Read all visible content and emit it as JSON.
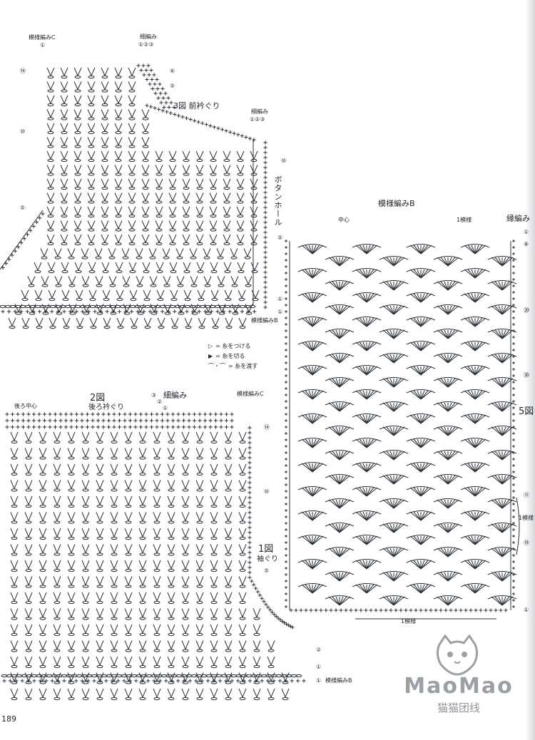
{
  "page_number": "189",
  "diagram3": {
    "title": "3図 前衿ぐり",
    "pattern_c": "模様編みC",
    "hosoami": "細編み",
    "hosoami2": "細編み",
    "seq_top": "①②③",
    "seq_right": "①②③",
    "buttonhole": "ボタンホール",
    "pattern_b": "模様編みB",
    "rows_left": [
      "⑭",
      "⑩",
      "⑤"
    ],
    "rows_right_top": [
      "⑥",
      "⑤"
    ],
    "rows_right": [
      "⑩",
      "⑤",
      "①",
      "①"
    ],
    "top_mark": "①"
  },
  "legend": [
    {
      "symbol": "▷",
      "text": "= 糸をつける"
    },
    {
      "symbol": "▶",
      "text": "= 糸を切る"
    },
    {
      "symbol": "⌒・⌒",
      "text": "= 糸を渡す"
    }
  ],
  "diagram2": {
    "title": "2図",
    "subtitle": "後ろ衿ぐり",
    "hosoami": "細編み",
    "back_center": "後ろ中心",
    "pattern_c": "模様編みC",
    "seq": [
      "③",
      "②",
      "①"
    ],
    "rows_right": [
      "⑭",
      "⑩",
      "⑤"
    ],
    "rows_bottom": [
      "②",
      "①",
      "①"
    ],
    "pattern_b": "模様編みB"
  },
  "diagram1": {
    "title": "1図",
    "subtitle": "袖ぐり"
  },
  "diagram5": {
    "title": "模様編みB",
    "center": "中心",
    "one_repeat_top": "1模様",
    "border": "縁編み",
    "label": "5図",
    "one_repeat_side": "1模様",
    "one_repeat_bottom": "1模様",
    "rows_right": [
      "①",
      "⑧",
      "⑳",
      "㉚",
      "⑪",
      "⑲",
      "①"
    ]
  },
  "watermark": {
    "text": "MaoMao",
    "sub": "猫猫团线",
    "icon": "cat-face-icon"
  }
}
